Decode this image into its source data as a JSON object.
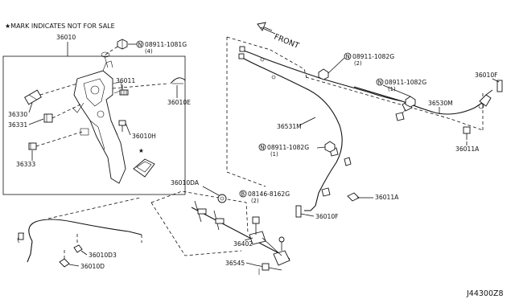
{
  "header_note": "★MARK INDICATES NOT FOR SALE",
  "front_label": "FRONT",
  "diagram_id": "J44300Z8",
  "callouts": {
    "c36010": "36010",
    "c08911_1081g": "08911-1081G",
    "c08911_1081g_qty": "(4)",
    "c36011": "36011",
    "c36330": "36330",
    "c36331": "36331",
    "c36333": "36333",
    "c36010e": "36010E",
    "c36010h": "36010H",
    "c36010da": "36010DA",
    "c08146_8162g": "08146-8162G",
    "c08146_8162g_qty": "(2)",
    "c36402": "36402",
    "c36545": "36545",
    "c36010d3": "36010D3",
    "c36010d": "36010D",
    "c08911_1082g_top": "08911-1082G",
    "c08911_1082g_top_qty": "(2)",
    "c08911_1082g_mid": "08911-1082G",
    "c08911_1082g_mid_qty": "(1)",
    "c08911_1082g_low": "08911-1082G",
    "c08911_1082g_low_qty": "(1)",
    "c36010f_top": "36010F",
    "c36530m": "36530M",
    "c36531m": "36531M",
    "c36011a_right": "36011A",
    "c36011a_mid": "36011A",
    "c36010f_low": "36010F"
  },
  "markers": {
    "n_symbol": "N",
    "b_symbol": "B",
    "star": "★"
  }
}
